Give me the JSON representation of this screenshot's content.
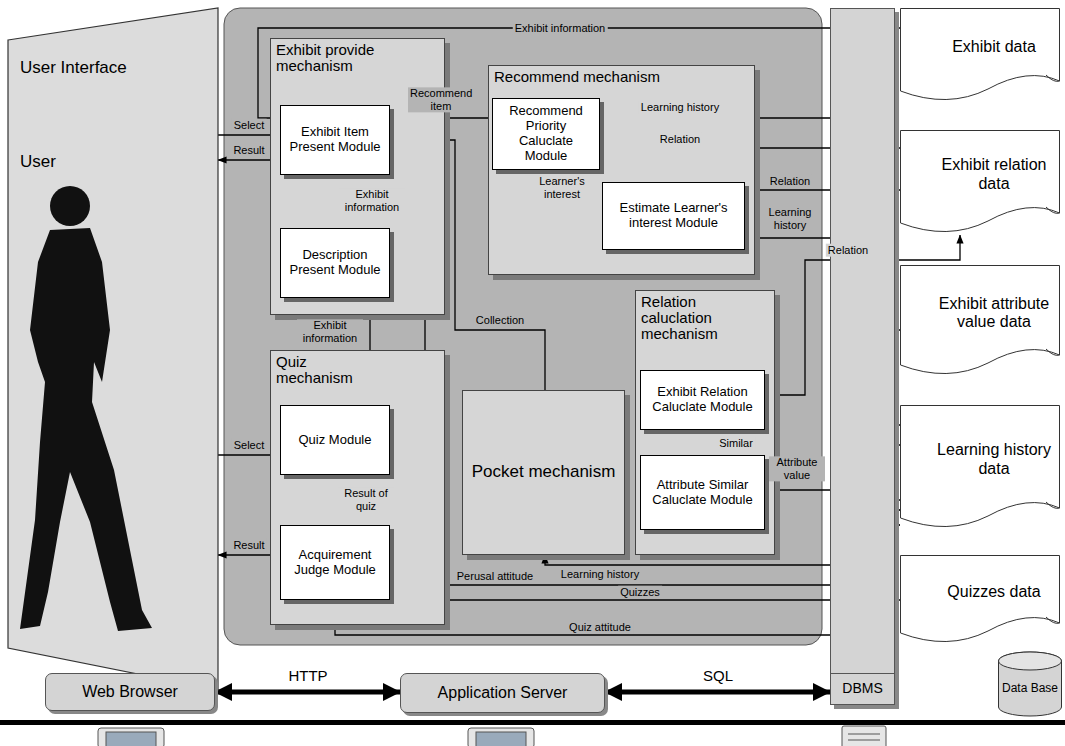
{
  "diagram": {
    "nodes": [
      {
        "text": [
          "User Interface"
        ]
      },
      {
        "text": [
          "Exhibit provide mechanism"
        ]
      },
      {
        "text": [
          "Exhibit Item Present Module"
        ],
        "in": 1
      },
      {
        "text": [
          "Description Present Module"
        ],
        "in": 1
      },
      {
        "text": [
          "Recommend mechanism"
        ]
      },
      {
        "text": [
          "Recommend Priority Caluclate Module"
        ],
        "in": 4
      },
      {
        "text": [
          "Estimate Learner's interest Module"
        ],
        "in": 4
      },
      {
        "text": [
          "Quiz mechanism"
        ]
      },
      {
        "text": [
          "Quiz Module"
        ],
        "in": 7
      },
      {
        "text": [
          "Acquirement Judge Module"
        ],
        "in": 7
      },
      {
        "text": [
          "Pocket mechanism"
        ]
      },
      {
        "text": [
          "Relation caluclation mechanism"
        ]
      },
      {
        "text": [
          "Exhibit Relation Caluclate Module"
        ],
        "in": 11
      },
      {
        "text": [
          "Attribute Similar Caluclate Module"
        ],
        "in": 11
      },
      {
        "text": [
          "DBMS"
        ]
      },
      {
        "text": [
          "Exhibit data"
        ]
      },
      {
        "text": [
          "Exhibit relation data"
        ]
      },
      {
        "text": [
          "Exhibit attribute value data"
        ]
      },
      {
        "text": [
          "Learning history data"
        ]
      },
      {
        "text": [
          "Quizzes data"
        ]
      },
      {
        "text": [
          "Data Base"
        ]
      },
      {
        "text": [
          "Web Browser"
        ]
      },
      {
        "text": [
          "Application Server"
        ]
      }
    ],
    "edges": [
      {
        "from": 15,
        "to": 2,
        "arrow": "to",
        "label": "Exhibit information"
      },
      {
        "from": 0,
        "to": 2,
        "arrow": "to",
        "label": "Select"
      },
      {
        "from": 2,
        "to": 0,
        "arrow": "to",
        "label": "Result"
      },
      {
        "from": 5,
        "to": 2,
        "arrow": "to",
        "label": "Recommend item"
      },
      {
        "from": 2,
        "to": 3,
        "arrow": "to",
        "label": "Exhibit information"
      },
      {
        "from": 18,
        "to": 5,
        "arrow": "to",
        "label": "Learning history"
      },
      {
        "from": 16,
        "to": 5,
        "arrow": "to",
        "label": "Relation"
      },
      {
        "from": 16,
        "to": 6,
        "arrow": "to",
        "label": "Relation"
      },
      {
        "from": 18,
        "to": 6,
        "arrow": "to",
        "label": "Learning history"
      },
      {
        "from": 6,
        "to": 5,
        "arrow": "to",
        "label": "Learner's interest"
      },
      {
        "from": 12,
        "to": 16,
        "arrow": "to",
        "label": "Relation"
      },
      {
        "from": 17,
        "to": 13,
        "arrow": "to",
        "label": "Attribute value"
      },
      {
        "from": 13,
        "to": 12,
        "arrow": "to",
        "label": "Similar"
      },
      {
        "from": 3,
        "to": 8,
        "arrow": "to",
        "label": "Exhibit information"
      },
      {
        "from": 10,
        "to": 2,
        "arrow": "to",
        "label": "Collection"
      },
      {
        "from": 3,
        "to": 18,
        "arrow": "to",
        "label": "Perusal attitude"
      },
      {
        "from": 18,
        "to": 10,
        "arrow": "to",
        "label": "Learning history"
      },
      {
        "from": 19,
        "to": 8,
        "arrow": "to",
        "label": "Quizzes"
      },
      {
        "from": 8,
        "to": 9,
        "arrow": "to",
        "label": "Result of quiz"
      },
      {
        "from": 0,
        "to": 8,
        "arrow": "to",
        "label": "Select"
      },
      {
        "from": 9,
        "to": 0,
        "arrow": "to",
        "label": "Result"
      },
      {
        "from": 9,
        "to": 18,
        "arrow": "to",
        "label": "Quiz attitude"
      },
      {
        "from": 21,
        "to": 22,
        "arrow": "both",
        "label": "HTTP"
      },
      {
        "from": 22,
        "to": 14,
        "arrow": "both",
        "label": "SQL"
      }
    ],
    "labels": [
      "User"
    ]
  }
}
